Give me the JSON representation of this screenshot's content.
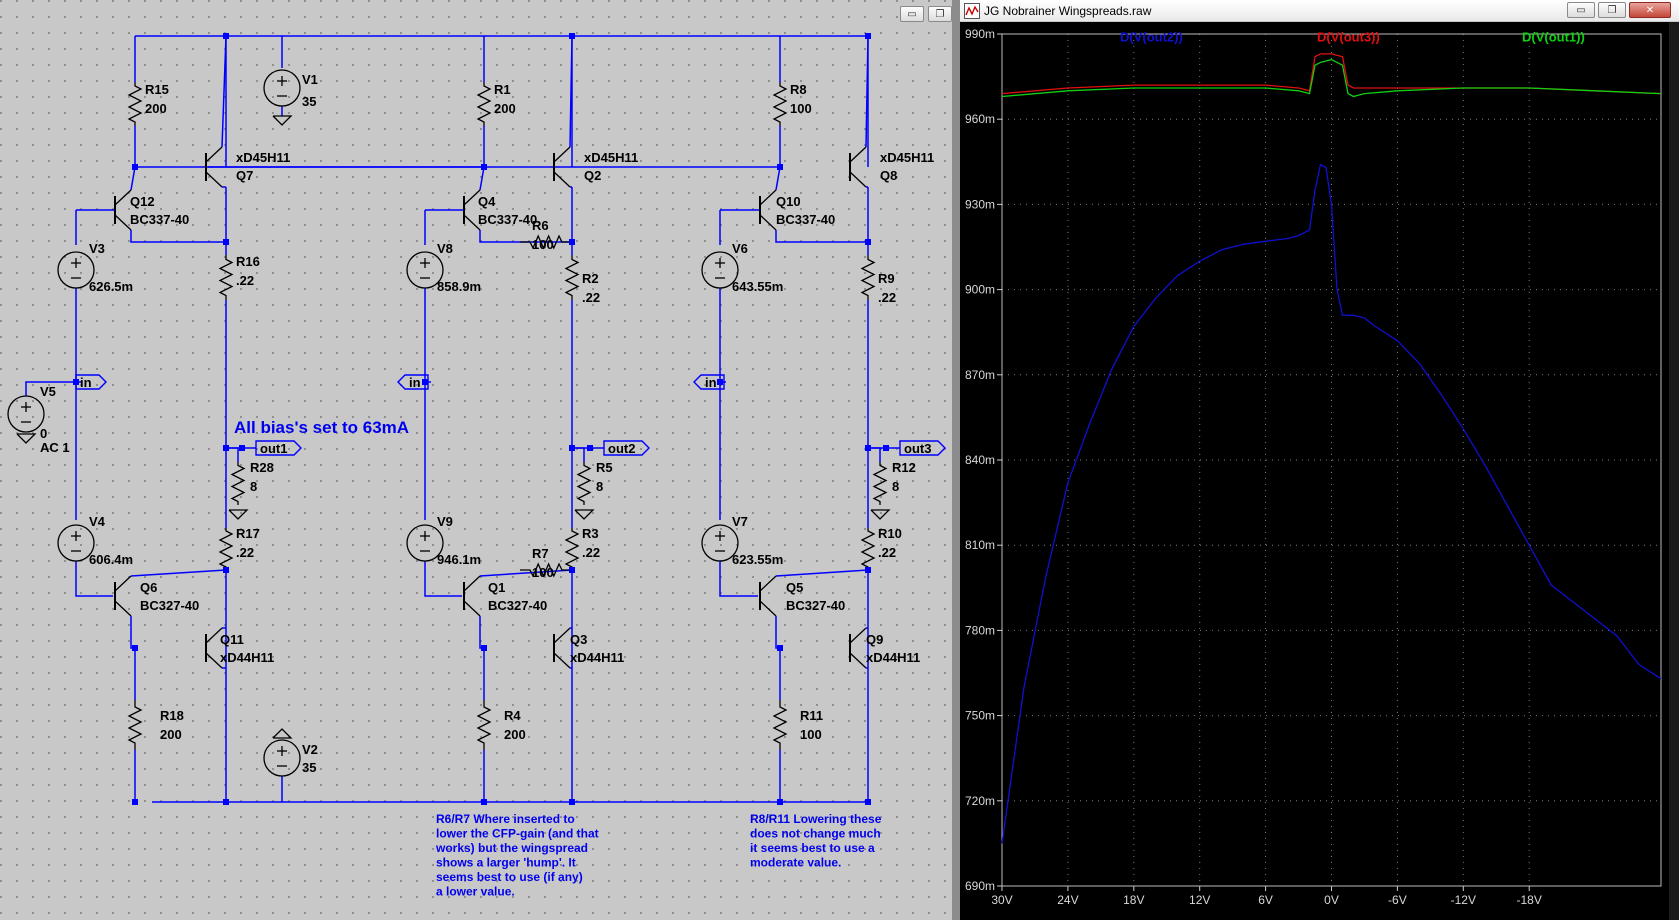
{
  "schematic": {
    "note_bias": "All bias's set to 63mA",
    "note_r6r7": [
      "R6/R7 Where inserted to",
      "lower the CFP-gain (and that",
      "works) but the wingspread",
      "shows a larger 'hump'. It",
      "seems best to use (if any)",
      "a lower value."
    ],
    "note_r8r11": [
      "R8/R11 Lowering these",
      "does not change much",
      "it seems best to use a",
      "moderate value."
    ],
    "sources": [
      {
        "id": "V1",
        "value": "35"
      },
      {
        "id": "V2",
        "value": "35"
      },
      {
        "id": "V5",
        "value": "0",
        "ac": "AC 1"
      },
      {
        "id": "V3",
        "value": "626.5m"
      },
      {
        "id": "V4",
        "value": "606.4m"
      },
      {
        "id": "V8",
        "value": "858.9m"
      },
      {
        "id": "V9",
        "value": "946.1m"
      },
      {
        "id": "V6",
        "value": "643.55m"
      },
      {
        "id": "V7",
        "value": "623.55m"
      }
    ],
    "resistors": [
      {
        "id": "R15",
        "value": "200"
      },
      {
        "id": "R16",
        "value": ".22"
      },
      {
        "id": "R17",
        "value": ".22"
      },
      {
        "id": "R18",
        "value": "200"
      },
      {
        "id": "R28",
        "value": "8"
      },
      {
        "id": "R1",
        "value": "200"
      },
      {
        "id": "R6",
        "value": "100"
      },
      {
        "id": "R2",
        "value": ".22"
      },
      {
        "id": "R3",
        "value": ".22"
      },
      {
        "id": "R7",
        "value": "100"
      },
      {
        "id": "R4",
        "value": "200"
      },
      {
        "id": "R5",
        "value": "8"
      },
      {
        "id": "R8",
        "value": "100"
      },
      {
        "id": "R9",
        "value": ".22"
      },
      {
        "id": "R10",
        "value": ".22"
      },
      {
        "id": "R11",
        "value": "100"
      },
      {
        "id": "R12",
        "value": "8"
      }
    ],
    "transistors": [
      {
        "id": "Q7",
        "model": "xD45H11"
      },
      {
        "id": "Q12",
        "model": "BC337-40"
      },
      {
        "id": "Q6",
        "model": "BC327-40"
      },
      {
        "id": "Q11",
        "model": "xD44H11"
      },
      {
        "id": "Q2",
        "model": "xD45H11"
      },
      {
        "id": "Q4",
        "model": "BC337-40"
      },
      {
        "id": "Q1",
        "model": "BC327-40"
      },
      {
        "id": "Q3",
        "model": "xD44H11"
      },
      {
        "id": "Q8",
        "model": "xD45H11"
      },
      {
        "id": "Q10",
        "model": "BC337-40"
      },
      {
        "id": "Q5",
        "model": "BC327-40"
      },
      {
        "id": "Q9",
        "model": "xD44H11"
      }
    ],
    "net_labels": {
      "in": "in",
      "out1": "out1",
      "out2": "out2",
      "out3": "out3"
    },
    "window_buttons": {
      "minimize": "▭",
      "restore": "❐"
    }
  },
  "waveform": {
    "title": "JG Nobrainer Wingspreads.raw",
    "window_buttons": {
      "minimize": "▭",
      "restore": "❐",
      "close": "✕"
    },
    "colors": {
      "background": "#000000",
      "grid": "#7a7a7a",
      "out2": "#1010d0",
      "out3": "#e01010",
      "out1": "#10d010"
    },
    "chart_data": {
      "type": "line",
      "xlabel": "",
      "ylabel": "",
      "x_ticks": [
        "30V",
        "24V",
        "18V",
        "12V",
        "6V",
        "0V",
        "-6V",
        "-12V",
        "-18V"
      ],
      "y_ticks": [
        "990m",
        "960m",
        "930m",
        "900m",
        "870m",
        "840m",
        "810m",
        "780m",
        "750m",
        "720m",
        "690m"
      ],
      "xlim": [
        30,
        -30
      ],
      "ylim": [
        0.69,
        0.99
      ],
      "series": [
        {
          "name": "D(V(out2))",
          "color": "#1010d0",
          "x": [
            30,
            28,
            26,
            24,
            22,
            20,
            18,
            16,
            14,
            12,
            10,
            8,
            6,
            4,
            3,
            2,
            1.5,
            1,
            0.5,
            0,
            -0.5,
            -1,
            -1.5,
            -2,
            -3,
            -4,
            -6,
            -8,
            -10,
            -12,
            -14,
            -16,
            -18,
            -20,
            -22,
            -24,
            -26,
            -28,
            -30
          ],
          "y": [
            0.705,
            0.76,
            0.799,
            0.832,
            0.853,
            0.872,
            0.887,
            0.897,
            0.905,
            0.91,
            0.914,
            0.916,
            0.917,
            0.918,
            0.919,
            0.921,
            0.935,
            0.944,
            0.943,
            0.93,
            0.9,
            0.891,
            0.891,
            0.891,
            0.89,
            0.887,
            0.882,
            0.874,
            0.863,
            0.851,
            0.838,
            0.824,
            0.81,
            0.796,
            0.79,
            0.784,
            0.778,
            0.768,
            0.763
          ]
        },
        {
          "name": "D(V(out3))",
          "color": "#e01010",
          "x": [
            30,
            24,
            18,
            12,
            6,
            3,
            2,
            1.5,
            1,
            0,
            -1,
            -1.5,
            -2,
            -3,
            -6,
            -12,
            -18,
            -24,
            -30
          ],
          "y": [
            0.969,
            0.971,
            0.972,
            0.972,
            0.972,
            0.971,
            0.97,
            0.982,
            0.983,
            0.983,
            0.982,
            0.972,
            0.971,
            0.971,
            0.971,
            0.971,
            0.971,
            0.97,
            0.969
          ]
        },
        {
          "name": "D(V(out1))",
          "color": "#10d010",
          "x": [
            30,
            24,
            18,
            12,
            6,
            3,
            2,
            1.5,
            1,
            0,
            -1,
            -1.5,
            -2,
            -3,
            -6,
            -12,
            -18,
            -24,
            -30
          ],
          "y": [
            0.968,
            0.97,
            0.971,
            0.971,
            0.971,
            0.97,
            0.969,
            0.979,
            0.98,
            0.981,
            0.979,
            0.969,
            0.968,
            0.969,
            0.97,
            0.971,
            0.971,
            0.97,
            0.969
          ]
        }
      ]
    }
  }
}
